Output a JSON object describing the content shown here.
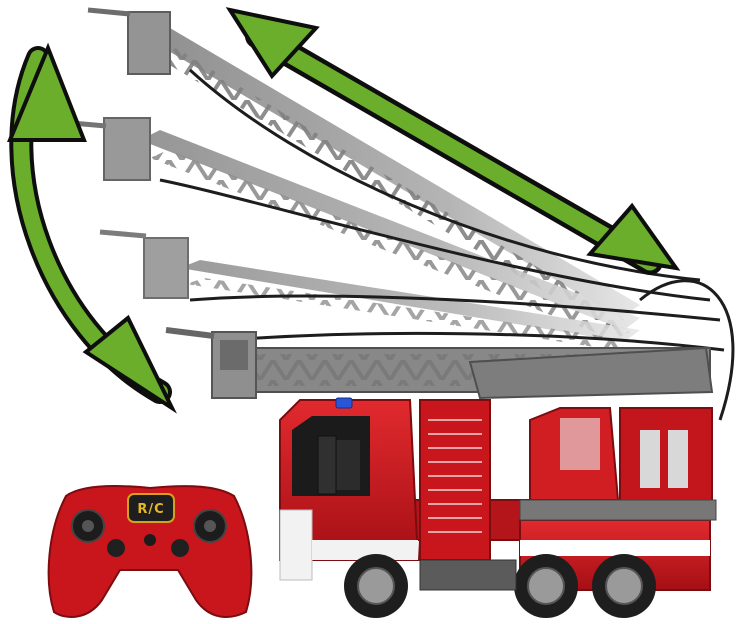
{
  "product": {
    "remote": {
      "logo_text": "R/C"
    }
  },
  "colors": {
    "truck_red": "#c8181f",
    "truck_red_dark": "#8f0f14",
    "ladder_grey": "#8c8c8c",
    "ladder_dark": "#555555",
    "arrow_green": "#6aae2c",
    "arrow_outline": "#0e0e0e",
    "beacon_blue": "#2a55d6",
    "tire_black": "#1e1e1e",
    "rim_grey": "#9a9a9a",
    "cab_white": "#f2f2f2"
  },
  "icons": {
    "rotation_arrow": "double-headed-curved-arrow",
    "elevation_arrow": "double-headed-straight-arrow"
  }
}
